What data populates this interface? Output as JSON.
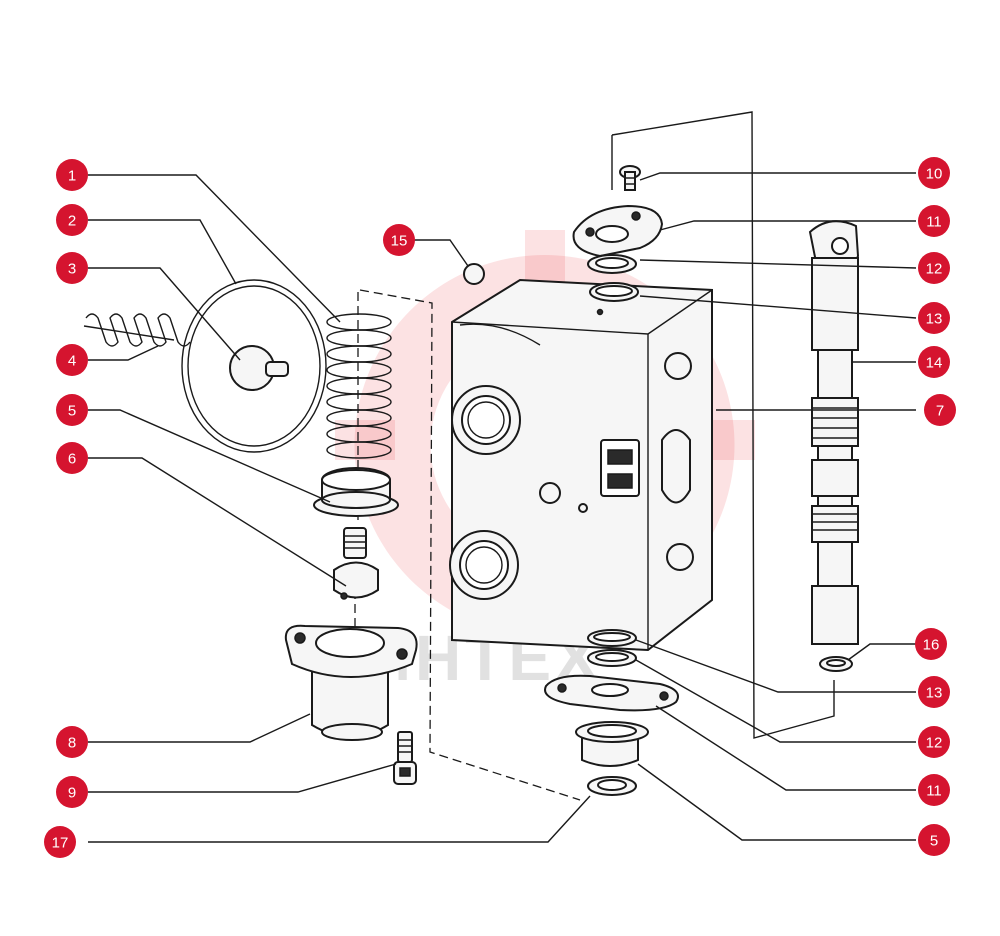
{
  "diagram": {
    "badge_color": "#d5142f",
    "callouts": [
      {
        "id": "callout-1",
        "label": "1"
      },
      {
        "id": "callout-2",
        "label": "2"
      },
      {
        "id": "callout-3",
        "label": "3"
      },
      {
        "id": "callout-4",
        "label": "4"
      },
      {
        "id": "callout-5-left",
        "label": "5"
      },
      {
        "id": "callout-6",
        "label": "6"
      },
      {
        "id": "callout-8",
        "label": "8"
      },
      {
        "id": "callout-9",
        "label": "9"
      },
      {
        "id": "callout-17",
        "label": "17"
      },
      {
        "id": "callout-15",
        "label": "15"
      },
      {
        "id": "callout-10",
        "label": "10"
      },
      {
        "id": "callout-11-top",
        "label": "11"
      },
      {
        "id": "callout-12-top",
        "label": "12"
      },
      {
        "id": "callout-13-top",
        "label": "13"
      },
      {
        "id": "callout-14",
        "label": "14"
      },
      {
        "id": "callout-7",
        "label": "7"
      },
      {
        "id": "callout-16",
        "label": "16"
      },
      {
        "id": "callout-13-bottom",
        "label": "13"
      },
      {
        "id": "callout-12-bottom",
        "label": "12"
      },
      {
        "id": "callout-11-bottom",
        "label": "11"
      },
      {
        "id": "callout-5-right",
        "label": "5"
      }
    ]
  },
  "watermark": {
    "text": "ИНТЕХ",
    "color": "#e8343c"
  }
}
